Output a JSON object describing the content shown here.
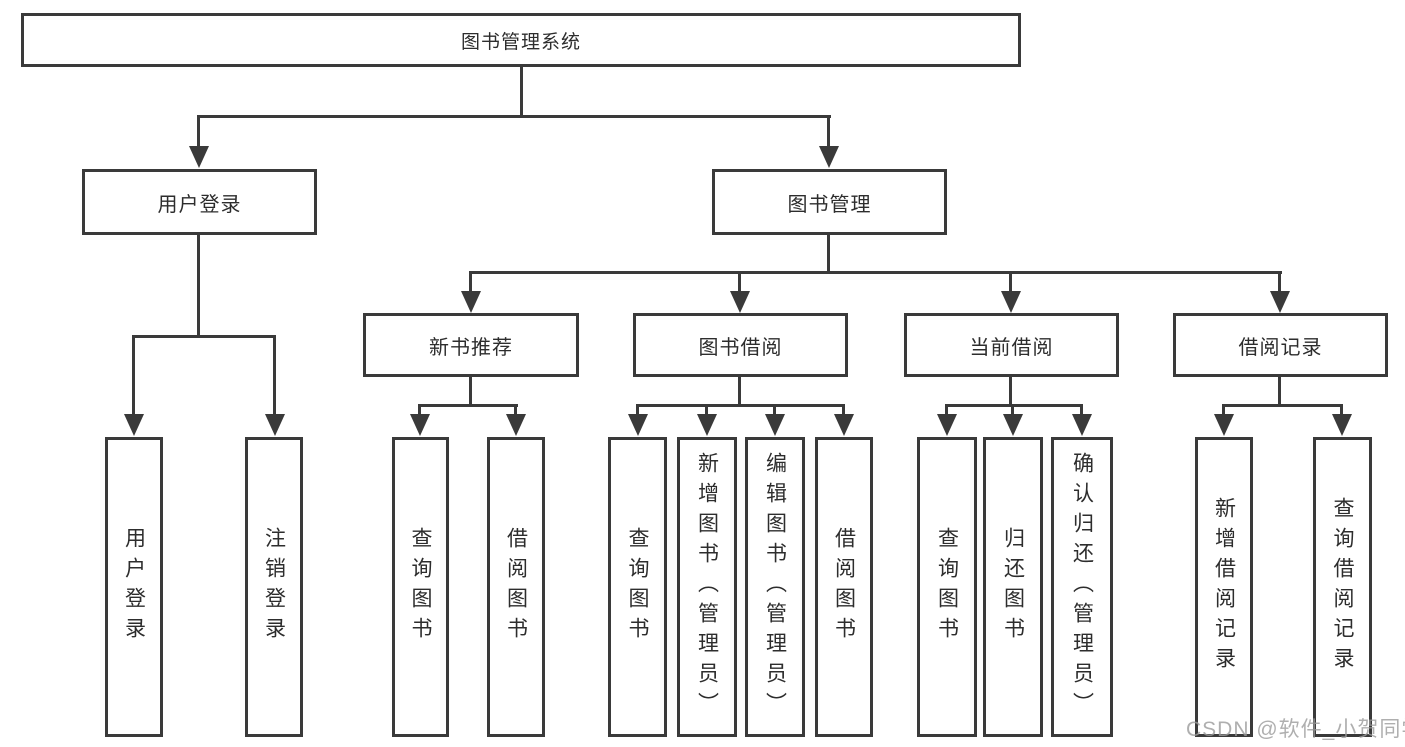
{
  "colors": {
    "line": "#3a3a3a",
    "box_border": "#3a3a3a",
    "text": "#2d2d2d",
    "background": "#ffffff",
    "watermark": "#9c9c9c"
  },
  "watermark": {
    "text": "CSDN @软件_小贺同学"
  },
  "tree": {
    "root": {
      "label": "图书管理系统",
      "children": [
        {
          "label": "用户登录",
          "children": [
            {
              "label": "用户登录"
            },
            {
              "label": "注销登录"
            }
          ]
        },
        {
          "label": "图书管理",
          "children": [
            {
              "label": "新书推荐",
              "children": [
                {
                  "label": "查询图书"
                },
                {
                  "label": "借阅图书"
                }
              ]
            },
            {
              "label": "图书借阅",
              "children": [
                {
                  "label": "查询图书"
                },
                {
                  "label": "新增图书（管理员）"
                },
                {
                  "label": "编辑图书（管理员）"
                },
                {
                  "label": "借阅图书"
                }
              ]
            },
            {
              "label": "当前借阅",
              "children": [
                {
                  "label": "查询图书"
                },
                {
                  "label": "归还图书"
                },
                {
                  "label": "确认归还（管理员）"
                }
              ]
            },
            {
              "label": "借阅记录",
              "children": [
                {
                  "label": "新增借阅记录"
                },
                {
                  "label": "查询借阅记录"
                }
              ]
            }
          ]
        }
      ]
    }
  }
}
